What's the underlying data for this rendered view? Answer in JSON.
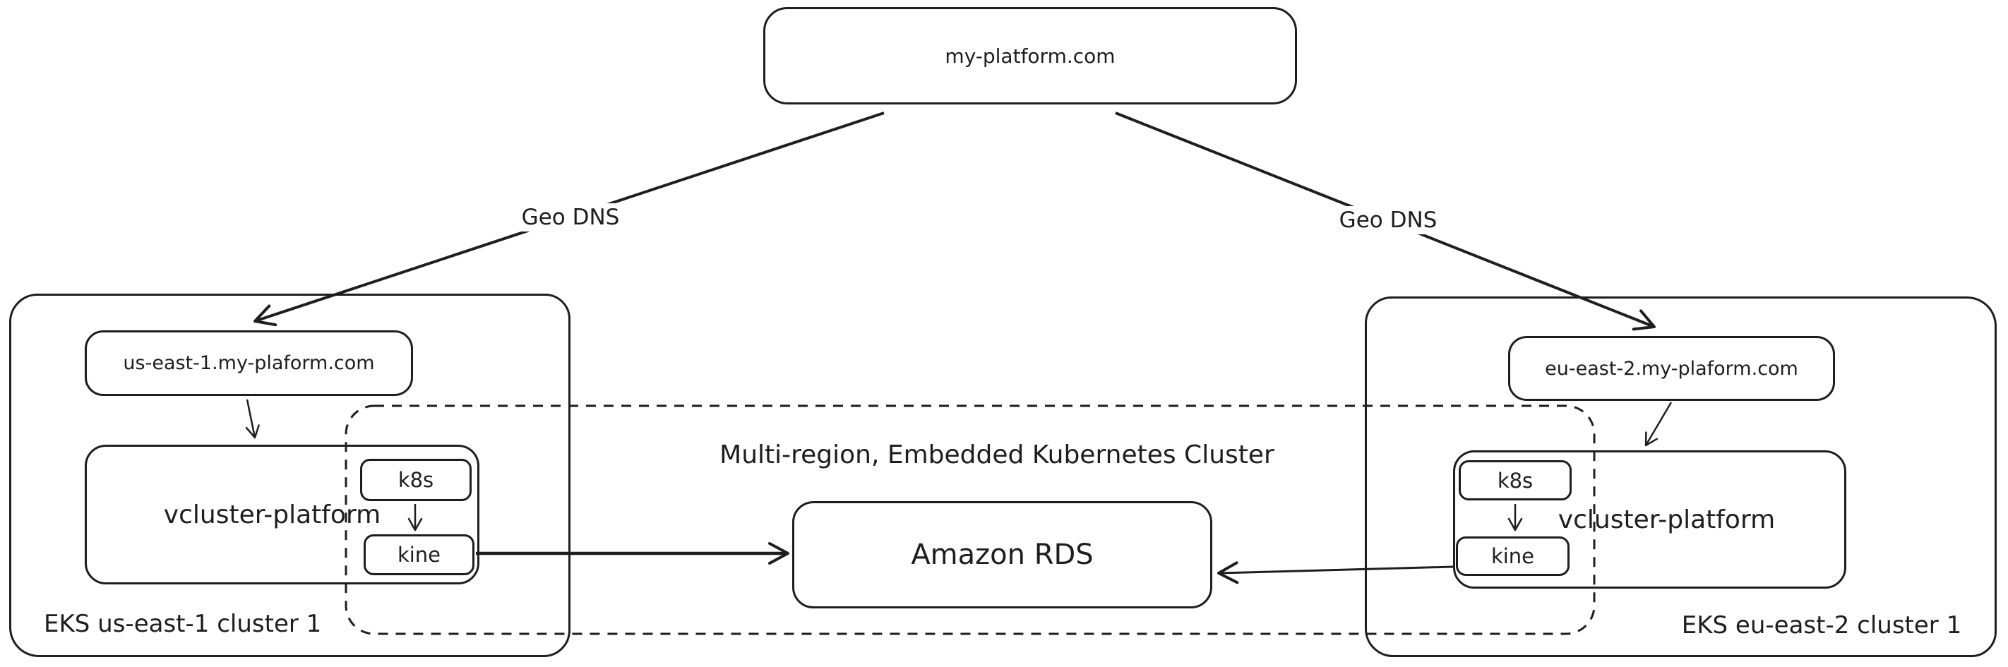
{
  "colors": {
    "stroke": "#1e1e1e",
    "background": "#ffffff"
  },
  "root": {
    "label": "my-platform.com"
  },
  "edges": {
    "geo_dns_left": "Geo DNS",
    "geo_dns_right": "Geo DNS"
  },
  "embedded": {
    "title": "Multi-region, Embedded Kubernetes Cluster",
    "database": "Amazon RDS"
  },
  "clusters": {
    "left": {
      "name": "EKS us-east-1 cluster 1",
      "dns": "us-east-1.my-plaform.com",
      "vcluster": "vcluster-platform",
      "k8s": "k8s",
      "kine": "kine"
    },
    "right": {
      "name": "EKS eu-east-2 cluster 1",
      "dns": "eu-east-2.my-plaform.com",
      "vcluster": "vcluster-platform",
      "k8s": "k8s",
      "kine": "kine"
    }
  }
}
